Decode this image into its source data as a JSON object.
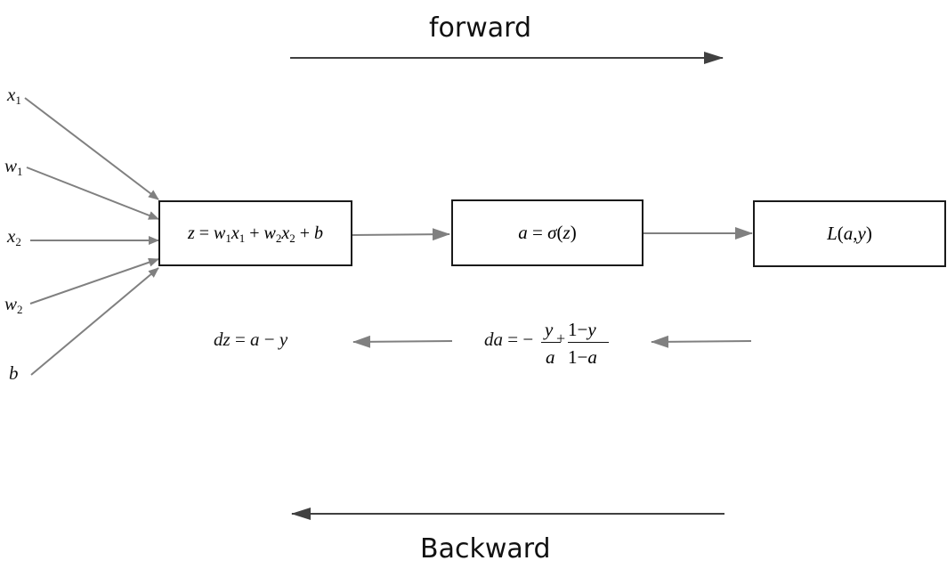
{
  "headings": {
    "forward": "forward",
    "backward": "Backward"
  },
  "inputs": [
    {
      "var": "x",
      "sub": "1"
    },
    {
      "var": "w",
      "sub": "1"
    },
    {
      "var": "x",
      "sub": "2"
    },
    {
      "var": "w",
      "sub": "2"
    },
    {
      "var": "b",
      "sub": ""
    }
  ],
  "boxes": {
    "linear": {
      "z": "z",
      "eq": "=",
      "w1": "w",
      "s1": "1",
      "x1": "x",
      "s2": "1",
      "plus1": "+",
      "w2": "w",
      "s3": "2",
      "x2": "x",
      "s4": "2",
      "plus2": "+",
      "b": "b"
    },
    "activation": {
      "a": "a",
      "eq": "=",
      "sigma": "σ",
      "open": "(",
      "z": "z",
      "close": ")"
    },
    "loss": {
      "L": "L",
      "open": "(",
      "a": "a",
      "comma": ",",
      "y": "y",
      "close": ")"
    }
  },
  "gradients": {
    "dz": {
      "lhs": "dz",
      "eq": "=",
      "a": "a",
      "minus": "−",
      "y": "y"
    },
    "da": {
      "lhs": "da",
      "eq": "=",
      "minus": "−",
      "num1": "y",
      "den1": "a",
      "plus": "+",
      "num2_one": "1",
      "num2_minus": "−",
      "num2_y": "y",
      "den2_one": "1",
      "den2_minus": "−",
      "den2_a": "a"
    }
  },
  "colors": {
    "gray_arrow": "#808080",
    "dark_arrow": "#404040",
    "box_border": "#1a1a1a"
  }
}
